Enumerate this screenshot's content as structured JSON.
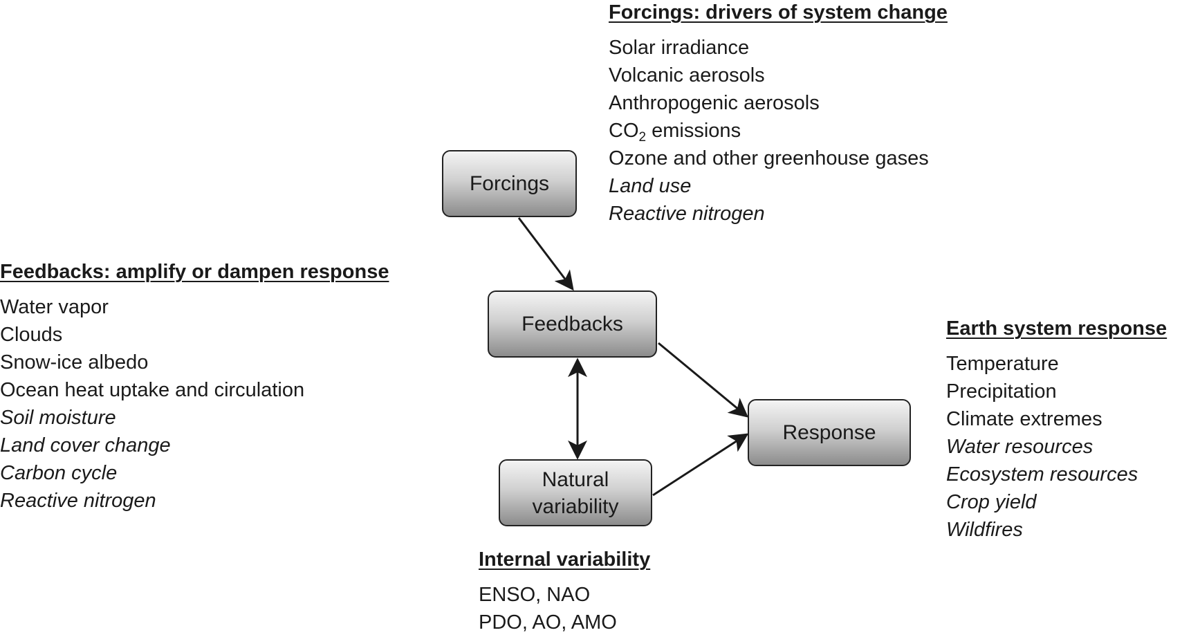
{
  "forcings": {
    "heading": "Forcings: drivers of system change",
    "items": [
      {
        "text": "Solar irradiance",
        "italic": false
      },
      {
        "text": "Volcanic aerosols",
        "italic": false
      },
      {
        "text": "Anthropogenic aerosols",
        "italic": false
      },
      {
        "text": "CO",
        "sub": "2",
        "after": " emissions",
        "italic": false
      },
      {
        "text": "Ozone and other greenhouse gases",
        "italic": false
      },
      {
        "text": "Land use",
        "italic": true
      },
      {
        "text": "Reactive nitrogen",
        "italic": true
      }
    ]
  },
  "feedbacks": {
    "heading": "Feedbacks: amplify or dampen response",
    "items": [
      {
        "text": "Water vapor",
        "italic": false
      },
      {
        "text": "Clouds",
        "italic": false
      },
      {
        "text": "Snow-ice albedo",
        "italic": false
      },
      {
        "text": "Ocean heat uptake and circulation",
        "italic": false
      },
      {
        "text": "Soil moisture",
        "italic": true
      },
      {
        "text": "Land cover change",
        "italic": true
      },
      {
        "text": "Carbon cycle",
        "italic": true
      },
      {
        "text": "Reactive nitrogen",
        "italic": true
      }
    ]
  },
  "response": {
    "heading": "Earth system response",
    "items": [
      {
        "text": "Temperature",
        "italic": false
      },
      {
        "text": "Precipitation",
        "italic": false
      },
      {
        "text": "Climate extremes",
        "italic": false
      },
      {
        "text": "Water resources",
        "italic": true
      },
      {
        "text": "Ecosystem resources",
        "italic": true
      },
      {
        "text": "Crop yield",
        "italic": true
      },
      {
        "text": "Wildfires",
        "italic": true
      }
    ]
  },
  "internal": {
    "heading": "Internal variability",
    "items": [
      {
        "text": "ENSO, NAO",
        "italic": false
      },
      {
        "text": "PDO, AO, AMO",
        "italic": false
      }
    ]
  },
  "boxes": {
    "forcings": "Forcings",
    "feedbacks": "Feedbacks",
    "natural_line1": "Natural",
    "natural_line2": "variability",
    "response": "Response"
  },
  "colors": {
    "arrow": "#1a1a1a",
    "box_border": "#222222"
  }
}
